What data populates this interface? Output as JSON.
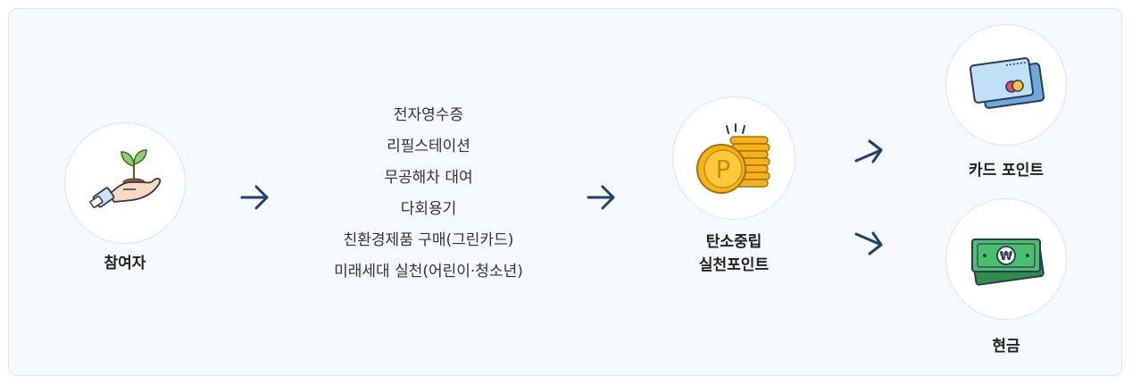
{
  "steps": {
    "participant": {
      "label": "참여자",
      "icon": "hand-sprout-icon"
    },
    "activities": [
      "전자영수증",
      "리필스테이션",
      "무공해차 대여",
      "다회용기",
      "친환경제품 구매(그린카드)",
      "미래세대 실천(어린이·청소년)"
    ],
    "points": {
      "line1": "탄소중립",
      "line2": "실천포인트",
      "icon": "coin-stack-icon"
    },
    "rewards": [
      {
        "label": "카드 포인트",
        "icon": "credit-card-icon"
      },
      {
        "label": "현금",
        "icon": "cash-icon"
      }
    ]
  },
  "colors": {
    "arrow": "#1e3f73",
    "panel_bg": "#f6f9fd",
    "circle_border": "#d6e6f6",
    "coin": "#f4b31c",
    "card": "#a9d4f3",
    "cash": "#3aae5a"
  }
}
